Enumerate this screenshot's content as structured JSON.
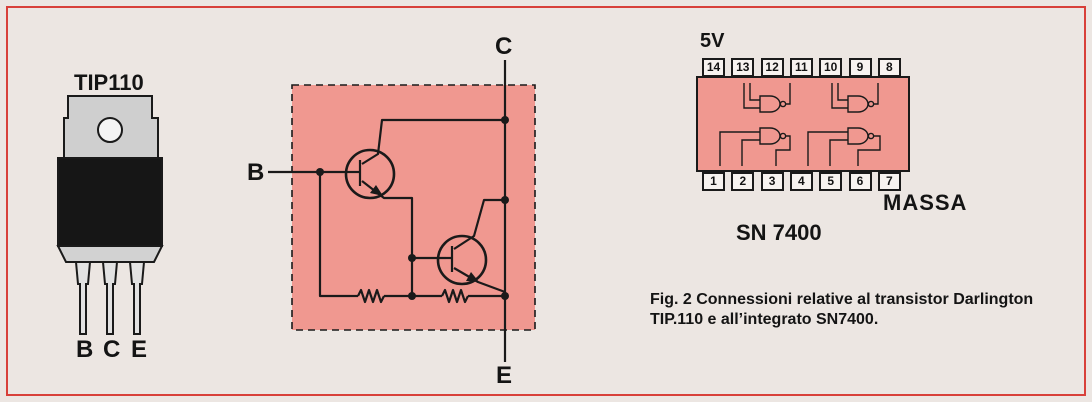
{
  "transistor": {
    "package_label": "TIP110",
    "pin_labels": [
      "B",
      "C",
      "E"
    ]
  },
  "darlington": {
    "base_label": "B",
    "collector_label": "C",
    "emitter_label": "E"
  },
  "ic": {
    "supply_label": "5V",
    "ground_label": "MASSA",
    "part_label": "SN 7400",
    "top_pins": [
      "14",
      "13",
      "12",
      "11",
      "10",
      "9",
      "8"
    ],
    "bottom_pins": [
      "1",
      "2",
      "3",
      "4",
      "5",
      "6",
      "7"
    ]
  },
  "caption": "Fig. 2  Connessioni relative al transistor Darlington TIP.110 e all’integrato SN7400.",
  "colors": {
    "frame": "#d8403a",
    "fill": "#f09890",
    "ink": "#1a1a1a",
    "tab": "#c8c8c8",
    "body_black": "#161616"
  }
}
